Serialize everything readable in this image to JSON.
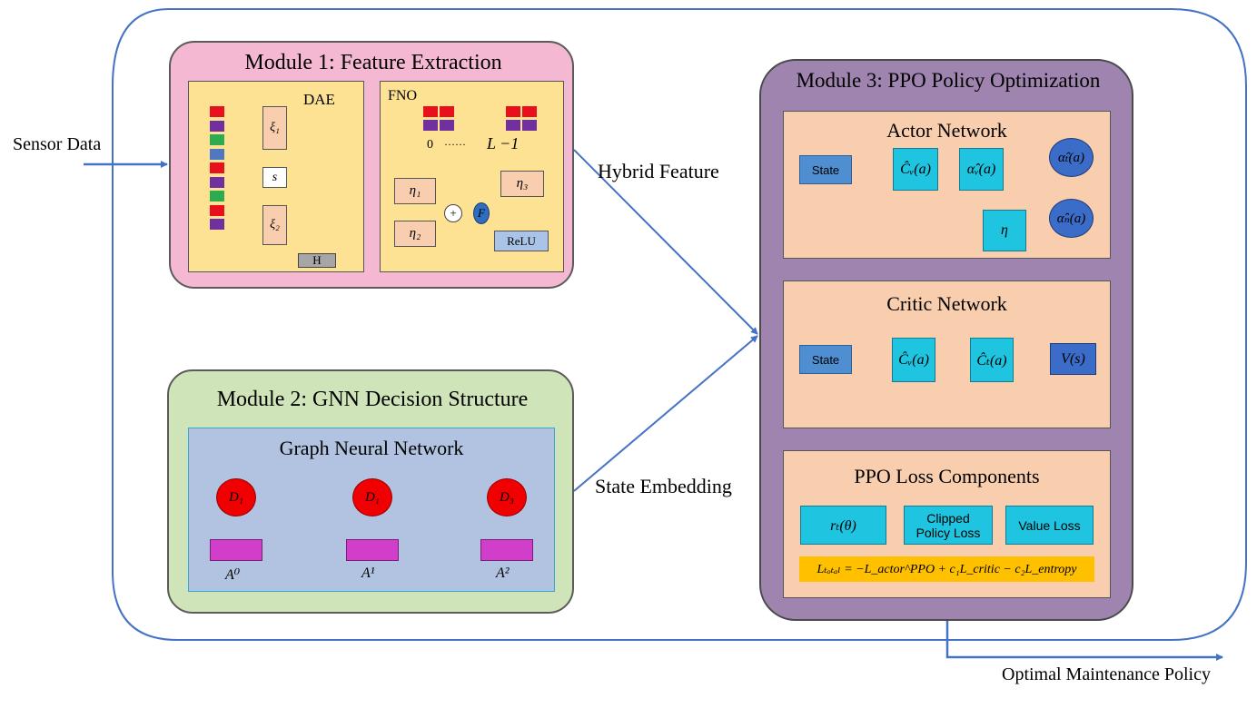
{
  "inputs": {
    "sensor_data": "Sensor Data"
  },
  "outputs": {
    "optimal_policy": "Optimal Maintenance Policy"
  },
  "connectors": {
    "hybrid_feature": "Hybrid Feature",
    "state_embedding": "State Embedding"
  },
  "module1": {
    "title": "Module 1: Feature Extraction",
    "dae": {
      "label": "DAE",
      "encoder1": "ξ₁",
      "bottleneck": "s",
      "encoder2": "ξ₂",
      "output": "H",
      "input_colors": [
        "#e8101c",
        "#7030a0",
        "#2eaa4f",
        "#4f78c0",
        "#e8101c",
        "#7030a0",
        "#2eaa4f",
        "#e8101c",
        "#7030a0"
      ]
    },
    "fno": {
      "label": "FNO",
      "range_start": "0",
      "range_dots": "······",
      "range_end": "L −1",
      "eta1": "η₁",
      "eta2": "η₂",
      "eta3": "η₃",
      "plus": "+",
      "fourier": "F",
      "relu": "ReLU"
    }
  },
  "module2": {
    "title": "Module 2: GNN Decision Structure",
    "gnn_title": "Graph Neural Network",
    "nodes": [
      {
        "label": "D₁",
        "action": "A⁰"
      },
      {
        "label": "D₁",
        "action": "A¹"
      },
      {
        "label": "D₃",
        "action": "A²"
      }
    ]
  },
  "module3": {
    "title": "Module 3: PPO Policy Optimization",
    "actor": {
      "title": "Actor Network",
      "state": "State",
      "c_hat": "Ĉᵥ(a)",
      "alpha_hat": "α̂ᵥ(a)",
      "alpha_t": "α̂ₜ(a)",
      "eta": "η",
      "alpha_eta": "α̂ₙ(a)"
    },
    "critic": {
      "title": "Critic Network",
      "state": "State",
      "c_v": "Ĉᵥ(a)",
      "c_t": "Ĉₜ(a)",
      "value": "V(s)"
    },
    "loss": {
      "title": "PPO Loss Components",
      "ratio": "rₜ(θ)",
      "clipped": "Clipped Policy Loss",
      "value_loss": "Value Loss",
      "formula": "Lₜₒₜₐₗ = −L_actor^PPO + c₁L_critic − c₂L_entropy"
    }
  },
  "colors": {
    "arrow": "#4472c4",
    "module1_bg": "#f4b8d3",
    "module2_bg": "#cfe4b8",
    "module3_bg": "#9e84ae",
    "panel_yellow": "#fde294",
    "peach": "#f8ceae",
    "formula_bar": "#ffc000"
  }
}
